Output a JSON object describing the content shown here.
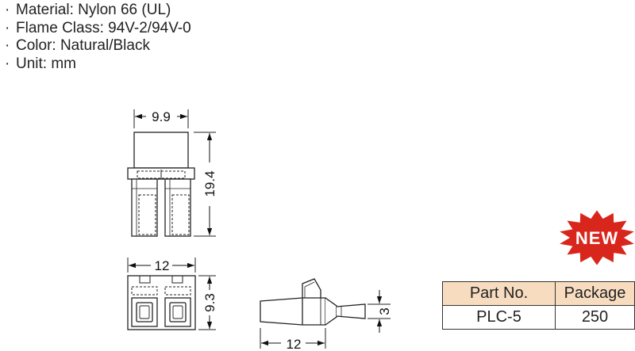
{
  "specs": [
    {
      "text": "Material: Nylon 66 (UL)"
    },
    {
      "text": "Flame Class: 94V-2/94V-0"
    },
    {
      "text": "Color: Natural/Black"
    },
    {
      "text": "Unit: mm"
    }
  ],
  "bullet": "·",
  "dimensions": {
    "top_width": "9.9",
    "top_height": "19.4",
    "front_width": "12",
    "front_height": "9.3",
    "side_length": "12",
    "side_thickness": "3"
  },
  "badge": {
    "label": "NEW",
    "fill_color": "#d9261c",
    "text_color": "#ffffff"
  },
  "table": {
    "headers": [
      "Part No.",
      "Package"
    ],
    "rows": [
      [
        "PLC-5",
        "250"
      ]
    ],
    "header_color": "#f7dcc0"
  }
}
